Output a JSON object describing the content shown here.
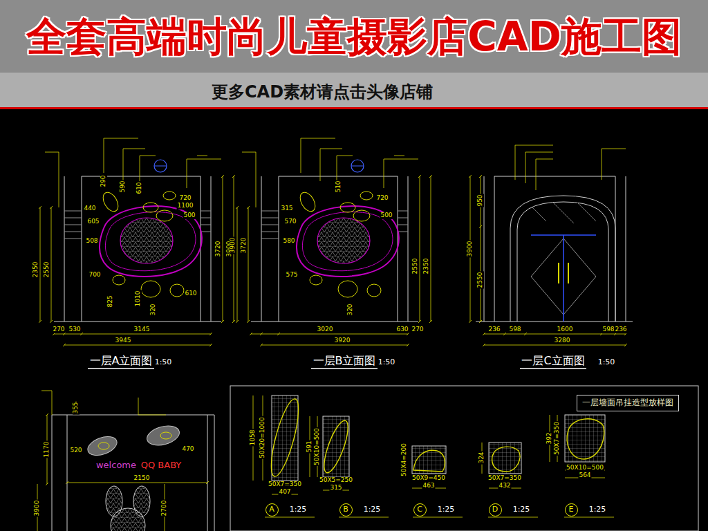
{
  "diagram": {
    "title": "全套高端时尚儿童摄影店CAD施工图",
    "nodes": [
      {
        "text": [
          "一层墙面吊挂造型放样图"
        ]
      },
      {
        "text": [
          "A"
        ]
      },
      {
        "text": [
          "B"
        ]
      },
      {
        "text": [
          "C"
        ]
      },
      {
        "text": [
          "D"
        ]
      },
      {
        "text": [
          "E"
        ]
      }
    ],
    "labels": [
      "更多CAD素材请点击头像店铺",
      "一层A立面图",
      "1:50",
      "3945",
      "270",
      "530",
      "3145",
      "3720",
      "3900",
      "2350",
      "2550",
      "440",
      "605",
      "508",
      "700",
      "825",
      "1010",
      "320",
      "610",
      "290",
      "590",
      "610",
      "720",
      "1100",
      "500",
      "一层B立面图",
      "1:50",
      "3920",
      "3020",
      "630",
      "270",
      "3900",
      "3720",
      "2550",
      "2350",
      "315",
      "570",
      "580",
      "575",
      "510",
      "720",
      "500",
      "320",
      "一层C立面图",
      "1:50",
      "3280",
      "236",
      "598",
      "1600",
      "598",
      "236",
      "950",
      "3900",
      "2550",
      "welcome",
      "QQ BABY",
      "2150",
      "1170",
      "3900",
      "2700",
      "520",
      "470",
      "355",
      "1058",
      "50X20=1000",
      "50X7=350",
      "407",
      "591",
      "50X10=500",
      "50X5=250",
      "315",
      "50X4=200",
      "50X9=450",
      "463",
      "324",
      "50X7=350",
      "432",
      "392",
      "50X7=350",
      "50X10=500",
      "564",
      "1:25",
      "1:25",
      "1:25",
      "1:25",
      "1:25"
    ]
  }
}
